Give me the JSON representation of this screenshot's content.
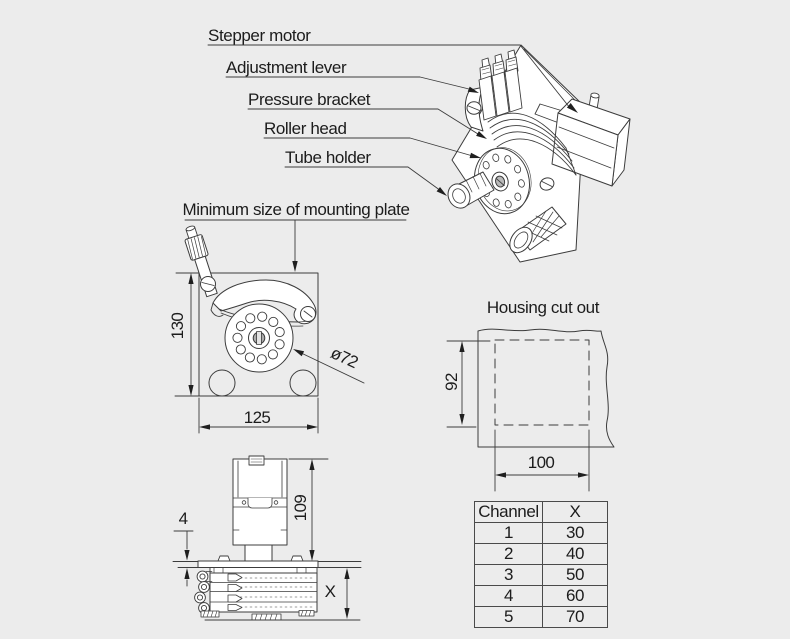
{
  "colors": {
    "background": "#ececec",
    "line": "#3c3c3c",
    "arrow": "#1f1f1f",
    "text": "#1c1c1c",
    "shape_fill": "#ffffff"
  },
  "callouts": {
    "stepper_motor": "Stepper motor",
    "adjustment_lever": "Adjustment lever",
    "pressure_bracket": "Pressure bracket",
    "roller_head": "Roller head",
    "tube_holder": "Tube holder"
  },
  "views": {
    "mounting_plate": {
      "title": "Minimum size of mounting plate",
      "height_mm": "130",
      "width_mm": "125",
      "roller_diameter": "ø72"
    },
    "housing_cutout": {
      "title": "Housing cut out",
      "height_mm": "92",
      "width_mm": "100"
    },
    "side_view": {
      "motor_height_mm": "109",
      "plate_thickness_mm": "4",
      "head_height": "X"
    }
  },
  "channel_table": {
    "headers": [
      "Channel",
      "X"
    ],
    "rows": [
      [
        "1",
        "30"
      ],
      [
        "2",
        "40"
      ],
      [
        "3",
        "50"
      ],
      [
        "4",
        "60"
      ],
      [
        "5",
        "70"
      ]
    ]
  }
}
